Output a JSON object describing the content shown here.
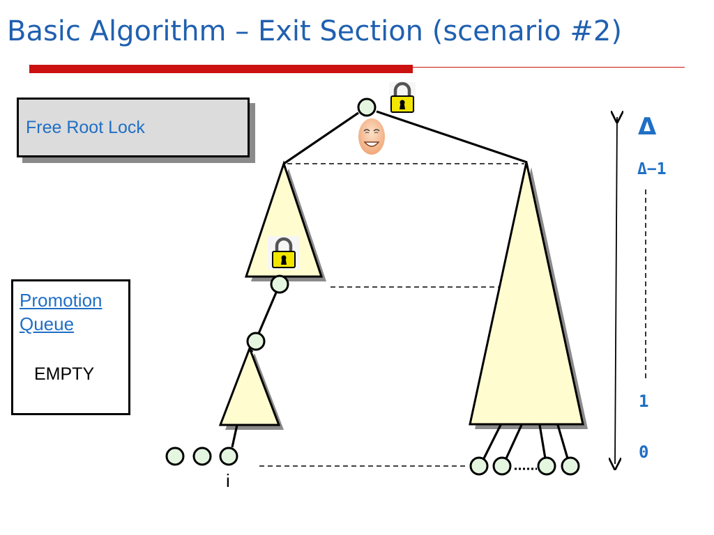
{
  "title": "Basic Algorithm – Exit Section (scenario #2)",
  "colors": {
    "title": "#2060b0",
    "accent_rule": "#cc1111",
    "label_blue": "#1f6fc5",
    "node_fill": "#e4f6e0",
    "triangle_fill": "#fffdd0",
    "lock_body": "#f2e600"
  },
  "step_box": {
    "label": "Free Root Lock"
  },
  "promotion_queue": {
    "title_line1": "Promotion",
    "title_line2": "Queue",
    "status": "EMPTY"
  },
  "levels": {
    "top": "Δ",
    "second": "Δ−1",
    "one": "1",
    "zero": "0"
  },
  "leaf_label": "i",
  "icons": [
    "padlock-icon",
    "smiling-face-icon"
  ]
}
